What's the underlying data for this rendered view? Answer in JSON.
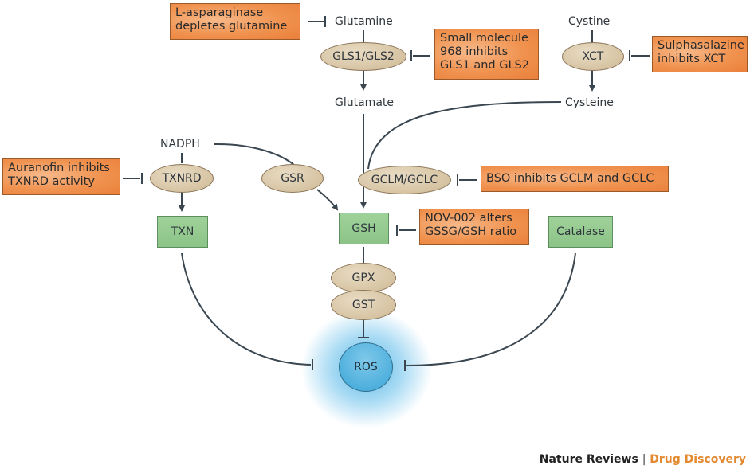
{
  "metabolites": {
    "glutamine": "Glutamine",
    "glutamate": "Glutamate",
    "cystine": "Cystine",
    "cysteine": "Cysteine",
    "nadph": "NADPH"
  },
  "enzymes": {
    "gls": "GLS1/GLS2",
    "xct": "XCT",
    "txnrd": "TXNRD",
    "gsr": "GSR",
    "gclm_gclc": "GCLM/GCLC",
    "gpx": "GPX",
    "gst": "GST"
  },
  "antioxidants": {
    "txn": "TXN",
    "gsh": "GSH",
    "catalase": "Catalase"
  },
  "target": {
    "ros": "ROS"
  },
  "drugs": {
    "asparaginase": [
      "L-asparaginase",
      "depletes glutamine"
    ],
    "small_molecule_968": [
      "Small molecule",
      "968 inhibits",
      "GLS1 and GLS2"
    ],
    "sulphasalazine": [
      "Sulphasalazine",
      "inhibits XCT"
    ],
    "auranofin": [
      "Auranofin inhibits",
      "TXNRD activity"
    ],
    "bso": [
      "BSO inhibits GCLM and GCLC"
    ],
    "nov002": [
      "NOV-002 alters",
      "GSSG/GSH ratio"
    ]
  },
  "credit": {
    "journal": "Nature Reviews",
    "separator": "|",
    "section": "Drug Discovery"
  },
  "colors": {
    "drug_box": "#f0924f",
    "enzyme": "#d6c3a2",
    "antioxidant": "#8cc387",
    "ros": "#4fb0dd",
    "wire": "#3a4650",
    "credit_accent": "#e3892f"
  }
}
